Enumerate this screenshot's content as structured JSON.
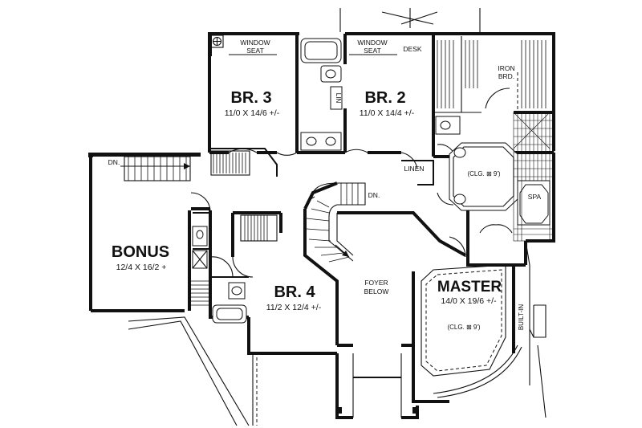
{
  "rooms": {
    "br3": {
      "name": "BR. 3",
      "size": "11/0  X  14/6  +/-"
    },
    "br2": {
      "name": "BR. 2",
      "size": "11/0  X  14/4  +/-"
    },
    "br4": {
      "name": "BR. 4",
      "size": "11/2  X  12/4  +/-"
    },
    "bonus": {
      "name": "BONUS",
      "size": "12/4  X  16/2  +"
    },
    "master": {
      "name": "MASTER",
      "size": "14/0  X  19/6  +/-",
      "ceiling": "(CLG. ⊠ 9')"
    }
  },
  "labels": {
    "window_seat_left_1": "WINDOW",
    "window_seat_left_2": "SEAT",
    "window_seat_right_1": "WINDOW",
    "window_seat_right_2": "SEAT",
    "desk": "DESK",
    "iron_1": "IRON",
    "iron_2": "BRD.",
    "lin": "LIN",
    "linen": "LINEN",
    "bath_ceiling": "(CLG. ⊠ 9')",
    "spa": "SPA",
    "dn_stair_main": "DN.",
    "dn_stair_bonus": "DN.",
    "foyer_1": "FOYER",
    "foyer_2": "BELOW",
    "built_in": "BUILT-IN"
  }
}
